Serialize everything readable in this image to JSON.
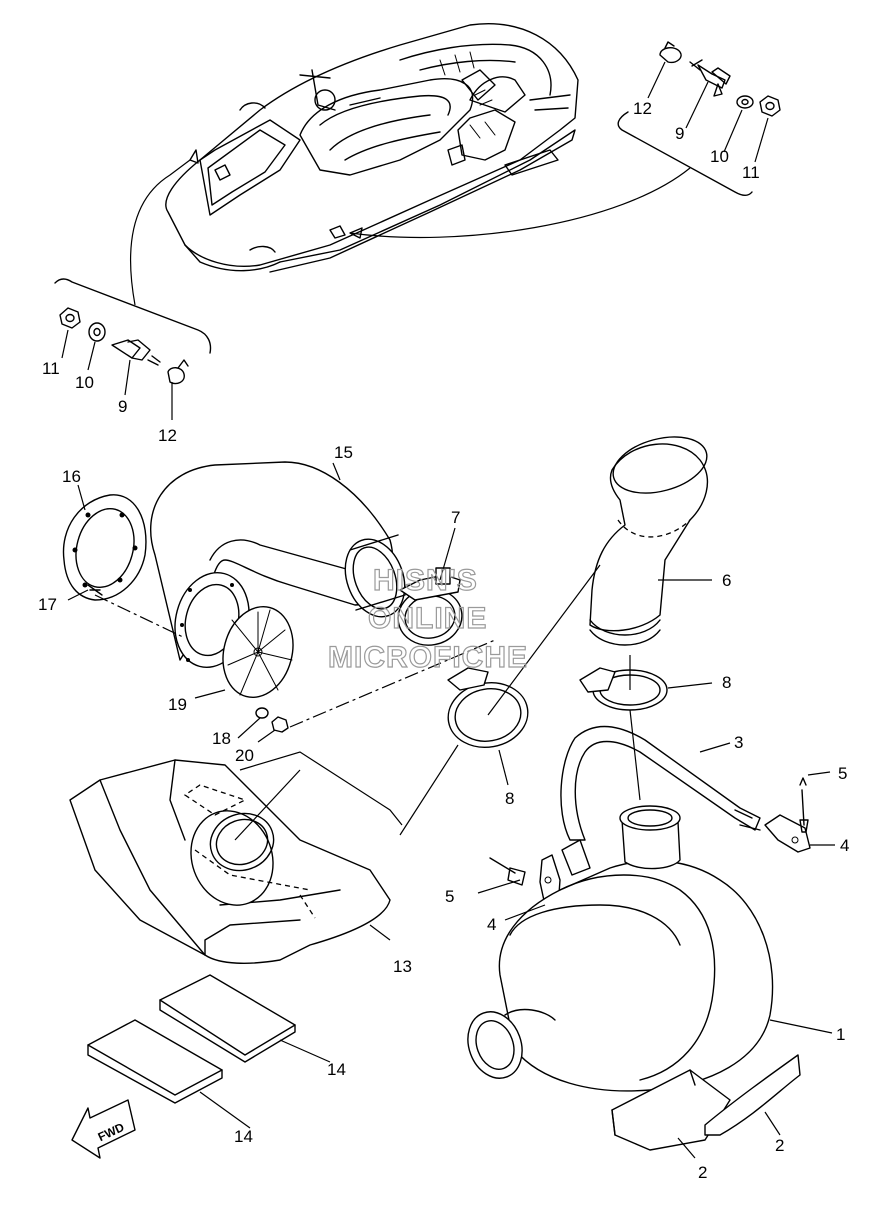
{
  "watermark": {
    "line1": "HISN'S",
    "line2": "ONLINE",
    "line3": "MICROFICHE"
  },
  "direction_marker": "FWD",
  "callouts": {
    "c1": "1",
    "c2a": "2",
    "c2b": "2",
    "c3": "3",
    "c4a": "4",
    "c4b": "4",
    "c5a": "5",
    "c5b": "5",
    "c6": "6",
    "c7": "7",
    "c8a": "8",
    "c8b": "8",
    "c9a": "9",
    "c9b": "9",
    "c10a": "10",
    "c10b": "10",
    "c11a": "11",
    "c11b": "11",
    "c12a": "12",
    "c12b": "12",
    "c13": "13",
    "c14a": "14",
    "c14b": "14",
    "c15": "15",
    "c16": "16",
    "c17": "17",
    "c18": "18",
    "c19": "19",
    "c20": "20"
  }
}
